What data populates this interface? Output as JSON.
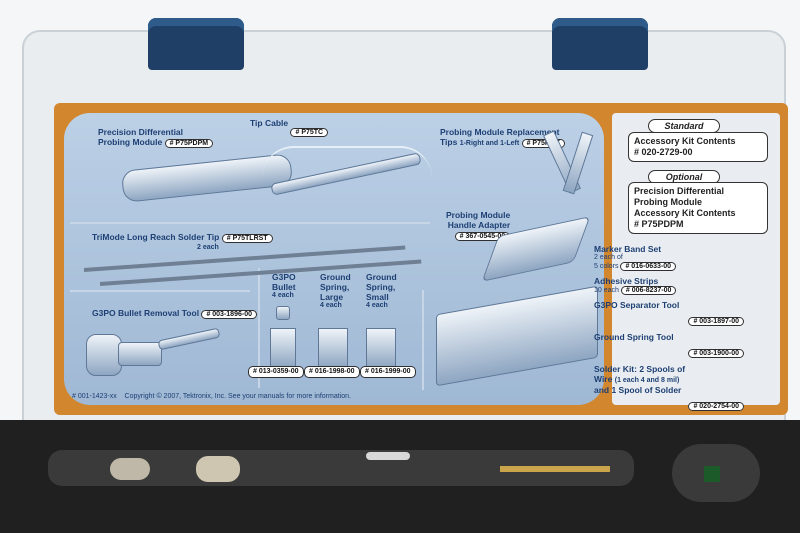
{
  "standard": {
    "header": "Standard",
    "line1": "Accessory Kit Contents",
    "line2": "# 020-2729-00"
  },
  "optional": {
    "header": "Optional",
    "line1": "Precision Differential",
    "line2": "Probing Module",
    "line3": "Accessory Kit Contents",
    "line4": "# P75PDPM"
  },
  "items": {
    "pdpm": {
      "name1": "Precision Differential",
      "name2": "Probing Module",
      "tag": "# P75PDPM"
    },
    "tip_cable": {
      "name": "Tip Cable",
      "tag": "# P75TC"
    },
    "replacement_tips": {
      "name": "Probing Module Replacement",
      "name2": "Tips",
      "note": "1-Right and 1-Left",
      "tag": "# P75PMT"
    },
    "handle_adapter": {
      "name1": "Probing Module",
      "name2": "Handle Adapter",
      "tag": "# 367-0545-00"
    },
    "solder_tip": {
      "name": "TriMode Long Reach Solder Tip",
      "tag": "# P75TLRST",
      "qty": "2 each"
    },
    "g3po_bullet": {
      "name1": "G3PO",
      "name2": "Bullet",
      "qty": "4 each",
      "tag": "# 013-0359-00"
    },
    "ground_large": {
      "name1": "Ground",
      "name2": "Spring,",
      "name3": "Large",
      "qty": "4 each",
      "tag": "# 016-1998-00"
    },
    "ground_small": {
      "name1": "Ground",
      "name2": "Spring,",
      "name3": "Small",
      "qty": "4 each",
      "tag": "# 016-1999-00"
    },
    "removal_tool": {
      "name": "G3PO Bullet Removal Tool",
      "tag": "# 003-1896-00"
    }
  },
  "right_list": [
    {
      "name": "Marker Band Set",
      "note1": "2 each of",
      "note2": "5 colors",
      "tag": "# 016-0633-00"
    },
    {
      "name": "Adhesive Strips",
      "note1": "10 each",
      "tag": "# 006-8237-00"
    },
    {
      "name": "G3PO Separator Tool",
      "tag": "# 003-1897-00"
    },
    {
      "name": "Ground Spring Tool",
      "tag": "# 003-1900-00"
    },
    {
      "name": "Solder Kit: 2 Spools of",
      "name2": "Wire",
      "note1": "(1 each 4 and 8 mil)",
      "name3": "and 1 Spool of Solder",
      "tag": "# 020-2754-00"
    }
  ],
  "footer": {
    "part": "# 001-1423-xx",
    "copyright": "Copyright © 2007, Tektronix, Inc.  See your manuals for more information."
  },
  "colors": {
    "card": "#d2862e",
    "label": "#1d3f73",
    "hinge": "#1f3f66",
    "foam": "#202020"
  }
}
